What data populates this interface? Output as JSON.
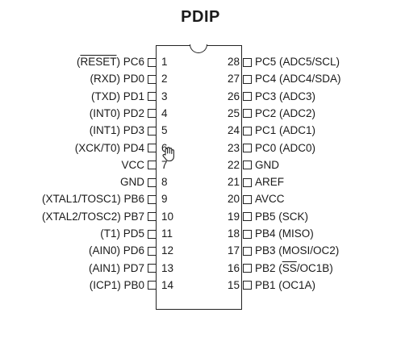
{
  "title": "PDIP",
  "left_pins": [
    {
      "num": "1",
      "pre": "(",
      "ov": "RESET",
      "post": ") PC6"
    },
    {
      "num": "2",
      "pre": "(RXD) PD0",
      "ov": "",
      "post": ""
    },
    {
      "num": "3",
      "pre": "(TXD) PD1",
      "ov": "",
      "post": ""
    },
    {
      "num": "4",
      "pre": "(INT0) PD2",
      "ov": "",
      "post": ""
    },
    {
      "num": "5",
      "pre": "(INT1) PD3",
      "ov": "",
      "post": ""
    },
    {
      "num": "6",
      "pre": "(XCK/T0) PD4",
      "ov": "",
      "post": ""
    },
    {
      "num": "7",
      "pre": "VCC",
      "ov": "",
      "post": ""
    },
    {
      "num": "8",
      "pre": "GND",
      "ov": "",
      "post": ""
    },
    {
      "num": "9",
      "pre": "(XTAL1/TOSC1) PB6",
      "ov": "",
      "post": ""
    },
    {
      "num": "10",
      "pre": "(XTAL2/TOSC2) PB7",
      "ov": "",
      "post": ""
    },
    {
      "num": "11",
      "pre": "(T1) PD5",
      "ov": "",
      "post": ""
    },
    {
      "num": "12",
      "pre": "(AIN0) PD6",
      "ov": "",
      "post": ""
    },
    {
      "num": "13",
      "pre": "(AIN1) PD7",
      "ov": "",
      "post": ""
    },
    {
      "num": "14",
      "pre": "(ICP1) PB0",
      "ov": "",
      "post": ""
    }
  ],
  "right_pins": [
    {
      "num": "28",
      "pre": "PC5 (ADC5/SCL)",
      "ov": "",
      "post": ""
    },
    {
      "num": "27",
      "pre": "PC4 (ADC4/SDA)",
      "ov": "",
      "post": ""
    },
    {
      "num": "26",
      "pre": "PC3 (ADC3)",
      "ov": "",
      "post": ""
    },
    {
      "num": "25",
      "pre": "PC2 (ADC2)",
      "ov": "",
      "post": ""
    },
    {
      "num": "24",
      "pre": "PC1 (ADC1)",
      "ov": "",
      "post": ""
    },
    {
      "num": "23",
      "pre": "PC0 (ADC0)",
      "ov": "",
      "post": ""
    },
    {
      "num": "22",
      "pre": "GND",
      "ov": "",
      "post": ""
    },
    {
      "num": "21",
      "pre": "AREF",
      "ov": "",
      "post": ""
    },
    {
      "num": "20",
      "pre": "AVCC",
      "ov": "",
      "post": ""
    },
    {
      "num": "19",
      "pre": "PB5 (SCK)",
      "ov": "",
      "post": ""
    },
    {
      "num": "18",
      "pre": "PB4 (MISO)",
      "ov": "",
      "post": ""
    },
    {
      "num": "17",
      "pre": "PB3 (MOSI/OC2)",
      "ov": "",
      "post": ""
    },
    {
      "num": "16",
      "pre": "PB2 (",
      "ov": "SS",
      "post": "/OC1B)"
    },
    {
      "num": "15",
      "pre": "PB1 (OC1A)",
      "ov": "",
      "post": ""
    }
  ]
}
